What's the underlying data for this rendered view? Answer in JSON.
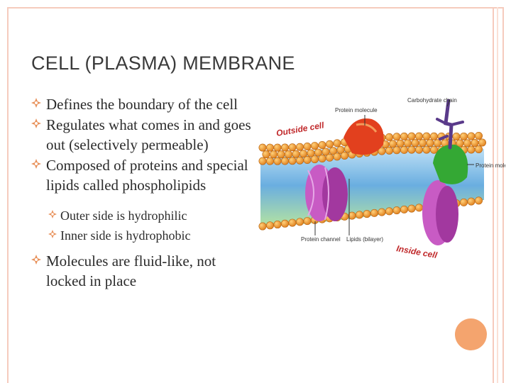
{
  "slide": {
    "title": "CELL (PLASMA) MEMBRANE",
    "bullets": [
      {
        "text": "Defines the boundary of the cell"
      },
      {
        "text": "Regulates what comes in and goes out (selectively permeable)"
      },
      {
        "text": "Composed of proteins and special lipids called phospholipids",
        "sub": [
          "Outer side is hydrophilic",
          "Inner side is hydrophobic"
        ]
      },
      {
        "text": "Molecules are fluid-like, not locked in place"
      }
    ]
  },
  "diagram": {
    "labels": {
      "protein_molecule_top": "Protein molecule",
      "carbohydrate": "Carbohydrate chain",
      "outside": "Outside cell",
      "protein_molecule_right": "Protein molecule",
      "protein_channel": "Protein channel",
      "lipids": "Lipids (bilayer)",
      "inside": "Inside cell"
    }
  },
  "colors": {
    "frame": "#f6cbbd",
    "bullet": "#e8925c",
    "accent_dot": "#f4a46e",
    "lipid_head": "#f0a040",
    "protein_red": "#e04020",
    "protein_green": "#30a030",
    "protein_pink": "#c060c0",
    "carbohydrate": "#5a3a8a"
  }
}
